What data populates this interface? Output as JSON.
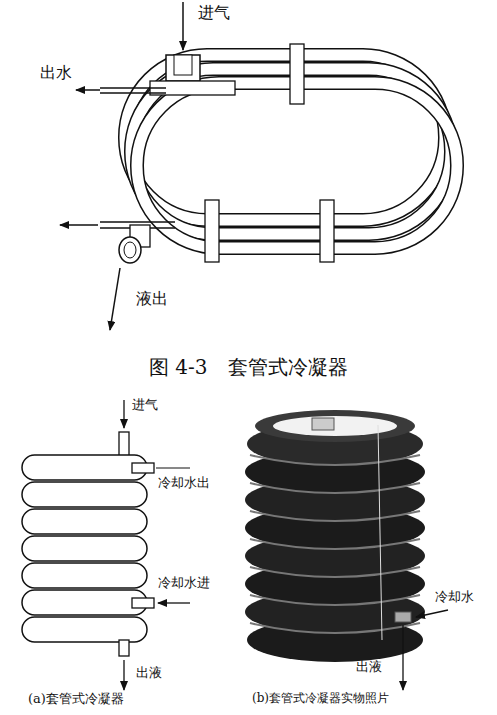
{
  "diagram": {
    "caption": "图 4-3　套管式冷凝器",
    "labels": [
      "进气",
      "出水",
      "液出",
      "进气",
      "冷却水出",
      "冷却水进",
      "出液",
      "冷却水",
      "出液",
      "(a)套管式冷凝器",
      "(b)套管式冷凝器实物照片"
    ]
  }
}
